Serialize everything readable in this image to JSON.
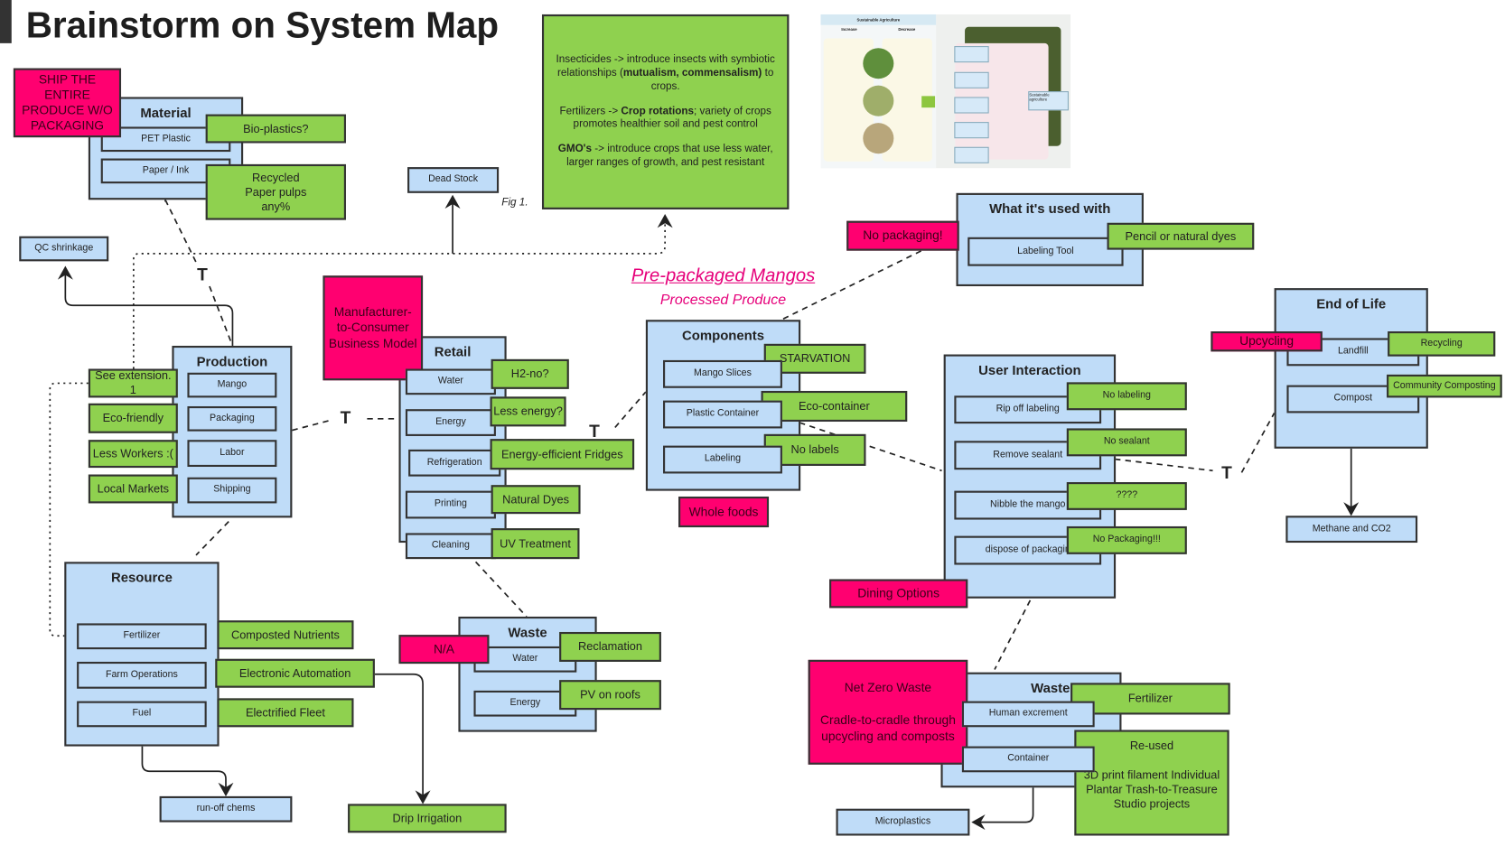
{
  "title": "Brainstorm on System Map",
  "fig_label": "Fig 1.",
  "colors": {
    "blue": "#bfdcf8",
    "green": "#8fd14f",
    "pink": "#ff0070"
  },
  "notes": {
    "ship": "SHIP THE ENTIRE PRODUCE W/O PACKAGING",
    "manufacturer": "Manufacturer-to-Consumer Business Model",
    "whole_foods": "Whole foods",
    "no_packaging": "No packaging!",
    "dining": "Dining Options",
    "upcycling": "Upcycling",
    "na": "N/A",
    "net_zero_title": "Net Zero Waste",
    "net_zero_body": "Cradle-to-cradle through upcycling and composts"
  },
  "big_note": {
    "p1_a": "Insecticides ->  introduce insects with symbiotic relationships (",
    "p1_b": "mutualism, commensalism)",
    "p1_c": " to crops.",
    "p2_a": "Fertilizers -> ",
    "p2_b": "Crop rotations",
    "p2_c": "; variety of crops promotes healthier soil and pest control",
    "p3_a": "GMO's",
    "p3_b": " -> introduce crops that use less water, larger ranges of growth, and pest resistant"
  },
  "figure": {
    "header": "Sustainable Agriculture",
    "increase": "Increase",
    "decrease": "Decrease",
    "target": "Sustainable agriculture"
  },
  "heading": {
    "main": "Pre-packaged Mangos",
    "sub": "Processed Produce"
  },
  "material": {
    "label": "Material",
    "items": [
      "PET Plastic",
      "Paper / Ink"
    ],
    "ideas": [
      "Bio-plastics?",
      "Recycled Paper pulps any%"
    ]
  },
  "dead_stock": "Dead Stock",
  "qc": "QC shrinkage",
  "production": {
    "label": "Production",
    "items": [
      "Mango",
      "Packaging",
      "Labor",
      "Shipping"
    ],
    "ideas": [
      "See extension. 1",
      "Eco-friendly",
      "Less Workers :(",
      "Local Markets"
    ]
  },
  "retail": {
    "label": "Retail",
    "items": [
      "Water",
      "Energy",
      "Refrigeration",
      "Printing",
      "Cleaning"
    ],
    "ideas": [
      "H2-no?",
      "Less energy?",
      "Energy-efficient Fridges",
      "Natural Dyes",
      "UV Treatment"
    ]
  },
  "components": {
    "label": "Components",
    "items": [
      "Mango Slices",
      "Plastic Container",
      "Labeling"
    ],
    "ideas": [
      "STARVATION",
      "Eco-container",
      "No labels"
    ]
  },
  "used_with": {
    "label": "What it's used with",
    "items": [
      "Labeling Tool"
    ],
    "ideas": [
      "Pencil or natural dyes"
    ]
  },
  "user": {
    "label": "User Interaction",
    "items": [
      "Rip off labeling",
      "Remove sealant",
      "Nibble the mango",
      "dispose of packagin"
    ],
    "ideas": [
      "No labeling",
      "No sealant",
      "????",
      "No Packaging!!!"
    ]
  },
  "eol": {
    "label": "End of Life",
    "items": [
      "Landfill",
      "Compost"
    ],
    "ideas": [
      "Recycling",
      "Community Composting"
    ],
    "output": "Methane and CO2"
  },
  "resource": {
    "label": "Resource",
    "items": [
      "Fertilizer",
      "Farm Operations",
      "Fuel"
    ],
    "ideas": [
      "Composted Nutrients",
      "Electronic Automation",
      "Electrified Fleet"
    ],
    "runoff": "run-off chems",
    "drip": "Drip Irrigation"
  },
  "waste1": {
    "label": "Waste",
    "items": [
      "Water",
      "Energy"
    ],
    "ideas": [
      "Reclamation",
      "PV on roofs"
    ]
  },
  "waste2": {
    "label": "Waste",
    "items": [
      "Human excrement",
      "Container"
    ],
    "ideas": [
      "Fertilizer"
    ],
    "reused_title": "Re-used",
    "reused_body": "3D print filament Individual Plantar Trash-to-Treasure Studio projects",
    "output": "Microplastics"
  },
  "t_label": "T"
}
